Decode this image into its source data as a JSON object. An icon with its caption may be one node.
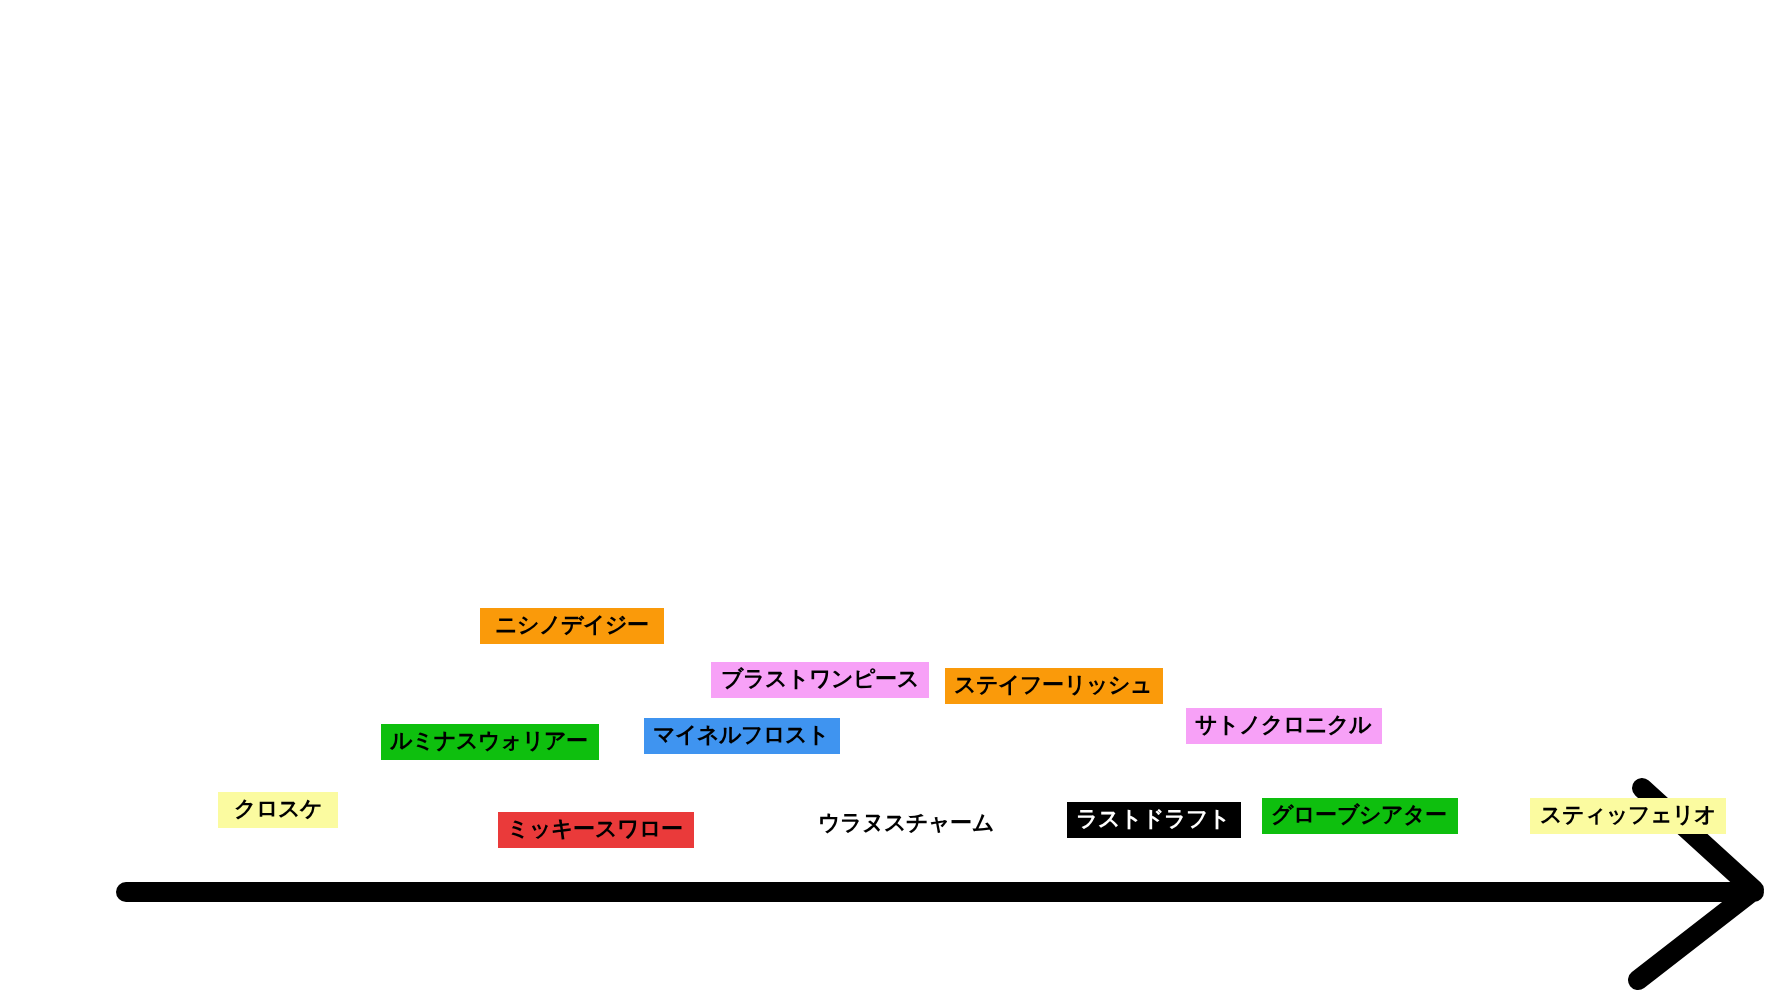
{
  "diagram": {
    "nodes": [
      {
        "text": [
          "ニシノデイジー"
        ]
      },
      {
        "text": [
          "ブラストワンピース"
        ]
      },
      {
        "text": [
          "ステイフーリッシュ"
        ]
      },
      {
        "text": [
          "ルミナスウォリアー"
        ]
      },
      {
        "text": [
          "マイネルフロスト"
        ]
      },
      {
        "text": [
          "サトノクロニクル"
        ]
      },
      {
        "text": [
          "クロスケ"
        ]
      },
      {
        "text": [
          "ミッキースワロー"
        ]
      },
      {
        "text": [
          "ラストドラフト"
        ]
      },
      {
        "text": [
          "グローブシアター"
        ]
      },
      {
        "text": [
          "スティッフェリオ"
        ]
      }
    ],
    "labels": [
      "ウラヌスチャーム"
    ]
  }
}
